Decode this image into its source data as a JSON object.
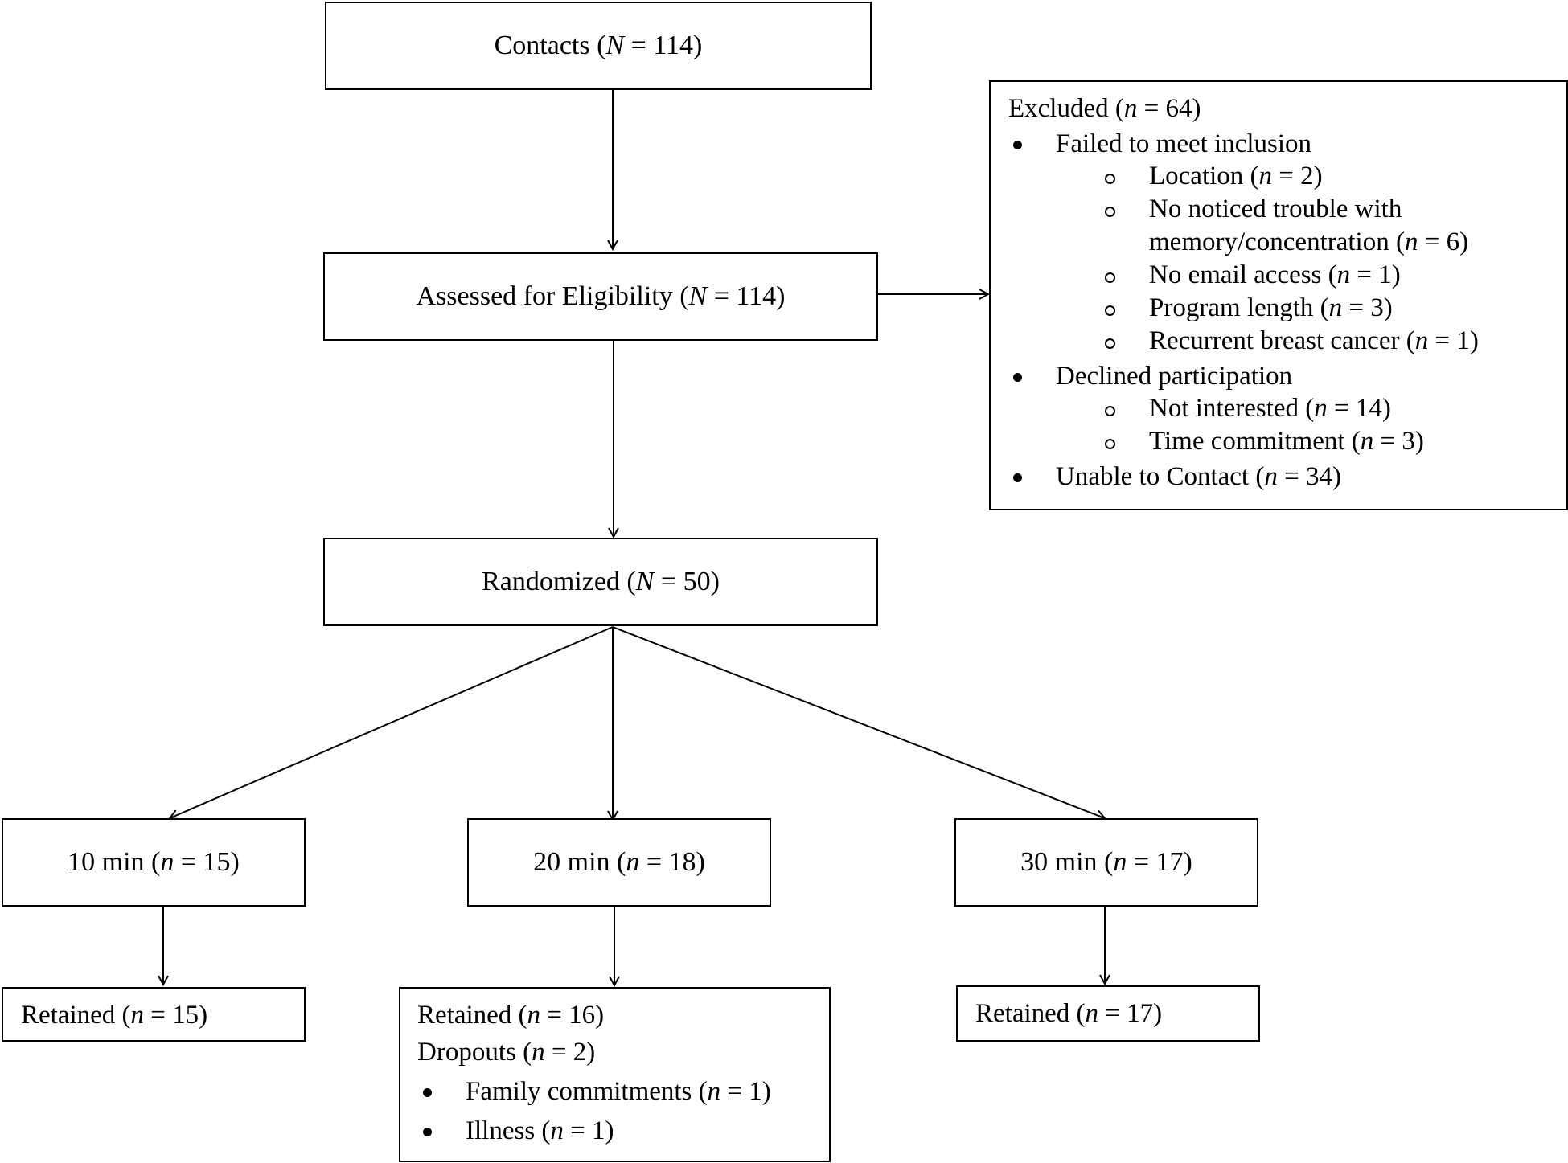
{
  "contacts": {
    "pre": "Contacts (",
    "var": "N",
    "post": " = 114)"
  },
  "assessed": {
    "pre": "Assessed for Eligibility (",
    "var": "N",
    "post": " = 114)"
  },
  "randomized": {
    "pre": "Randomized (",
    "var": "N",
    "post": " = 50)"
  },
  "excluded": {
    "title": {
      "pre": "Excluded (",
      "var": "n",
      "post": " = 64)"
    },
    "failed": "Failed to meet inclusion",
    "location": {
      "pre": "Location (",
      "var": "n",
      "post": " = 2)"
    },
    "memory1": "No noticed trouble with",
    "memory2": {
      "pre": "memory/concentration (",
      "var": "n",
      "post": " = 6)"
    },
    "email": {
      "pre": "No email access (",
      "var": "n",
      "post": " = 1)"
    },
    "length": {
      "pre": "Program length (",
      "var": "n",
      "post": " = 3)"
    },
    "recurrent": {
      "pre": "Recurrent breast cancer (",
      "var": "n",
      "post": " = 1)"
    },
    "declined": "Declined participation",
    "notinterested": {
      "pre": "Not interested (",
      "var": "n",
      "post": " = 14)"
    },
    "time": {
      "pre": "Time commitment (",
      "var": "n",
      "post": " = 3)"
    },
    "unable": {
      "pre": "Unable to Contact (",
      "var": "n",
      "post": " = 34)"
    }
  },
  "arm10": {
    "pre": "10 min (",
    "var": "n",
    "post": " = 15)"
  },
  "arm20": {
    "pre": "20 min (",
    "var": "n",
    "post": " = 18)"
  },
  "arm30": {
    "pre": "30 min (",
    "var": "n",
    "post": " = 17)"
  },
  "ret10": {
    "pre": "Retained (",
    "var": "n",
    "post": " = 15)"
  },
  "ret20": {
    "pre": "Retained (",
    "var": "n",
    "post": " = 16)"
  },
  "drop20": {
    "pre": "Dropouts (",
    "var": "n",
    "post": " = 2)"
  },
  "family": {
    "pre": "Family commitments (",
    "var": "n",
    "post": " = 1)"
  },
  "illness": {
    "pre": "Illness (",
    "var": "n",
    "post": " = 1)"
  },
  "ret30": {
    "pre": "Retained (",
    "var": "n",
    "post": " = 17)"
  }
}
